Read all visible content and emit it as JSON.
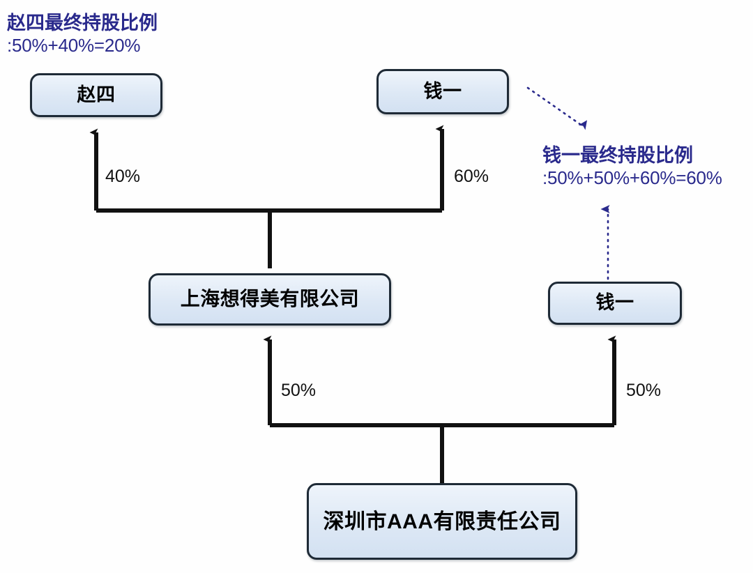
{
  "diagram": {
    "title_hidden": "股权结构穿透图",
    "background": "#fefefe",
    "accent_note_color": "#2a2a8c",
    "node_fill": "#dde8f5",
    "node_border": "#1e2a36",
    "connector_color": "#111111"
  },
  "nodes": [
    {
      "id": "zhaosi_top",
      "label": "赵四"
    },
    {
      "id": "qianyi_top",
      "label": "钱一"
    },
    {
      "id": "shanghai_co",
      "label": "上海想得美有限公司"
    },
    {
      "id": "qianyi_right",
      "label": "钱一"
    },
    {
      "id": "shenzhen_co",
      "label": "深圳市AAA有限责任公司"
    }
  ],
  "edge_labels": [
    {
      "id": "edge-zhaosi",
      "value": "40%"
    },
    {
      "id": "edge-qianyi-top",
      "value": "60%"
    },
    {
      "id": "edge-shanghai",
      "value": "50%"
    },
    {
      "id": "edge-qianyi-right",
      "value": "50%"
    }
  ],
  "annotations": {
    "zhaosi": {
      "title": "赵四最终持股比例",
      "formula": ":50%+40%=20%"
    },
    "qianyi": {
      "title": "钱一最终持股比例",
      "formula": ":50%+50%+60%=60%"
    }
  }
}
